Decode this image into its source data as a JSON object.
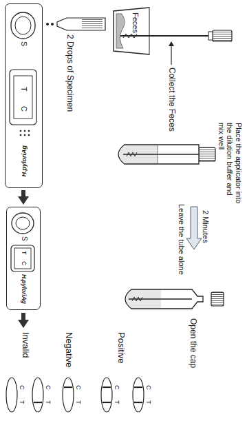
{
  "diagram": {
    "nodes": [
      {
        "text": [
          "Feces"
        ]
      },
      {
        "text": [
          "S",
          "T",
          "C",
          "H.pyloriAg"
        ]
      },
      {
        "text": [
          "S",
          "T",
          "C",
          "H.pyloriAg"
        ]
      }
    ],
    "edges": [
      {
        "from": 1,
        "to": 2,
        "arrow": "to"
      }
    ],
    "labels": [
      "Collect the Feces",
      "Place the applicator into the dilution buffer and mix well",
      "2 Minutes",
      "Leave the tube alone",
      "Open the cap",
      "2 Drops of Specimen",
      "Positive",
      "Negative",
      "Invalid",
      "C",
      "T",
      "C",
      "T",
      "C",
      "T",
      "C",
      "T",
      "C",
      "T"
    ]
  }
}
